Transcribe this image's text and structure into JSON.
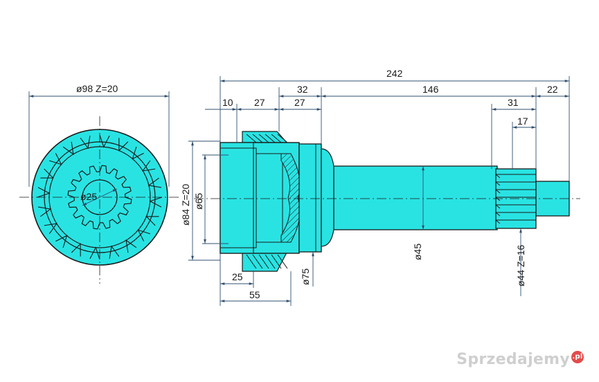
{
  "colors": {
    "fill": "#29e3e3",
    "line": "#1a1a1a",
    "dim_line": "#2f4f6f",
    "watermark": "#cfcfcf",
    "watermark_badge": "#e34b4b"
  },
  "left_view": {
    "outer_label": "ø98 Z=20",
    "inner_label": "ø25",
    "outer_teeth": 20,
    "inner_teeth": 16
  },
  "side_view": {
    "dims_top": {
      "overall": "242",
      "d32": "32",
      "d146": "146",
      "d22": "22",
      "d10": "10",
      "d27a": "27",
      "d27b": "27",
      "d31": "31",
      "d17": "17"
    },
    "dims_bottom": {
      "d25": "25",
      "d55": "55"
    },
    "dims_vertical": {
      "pinion": "ø84 Z=20",
      "bore": "ø65",
      "collar": "ø75",
      "shaft": "ø45",
      "spline": "ø44 Z=16"
    }
  },
  "watermark": {
    "text": "Sprzedajemy",
    "badge": ".pl"
  }
}
